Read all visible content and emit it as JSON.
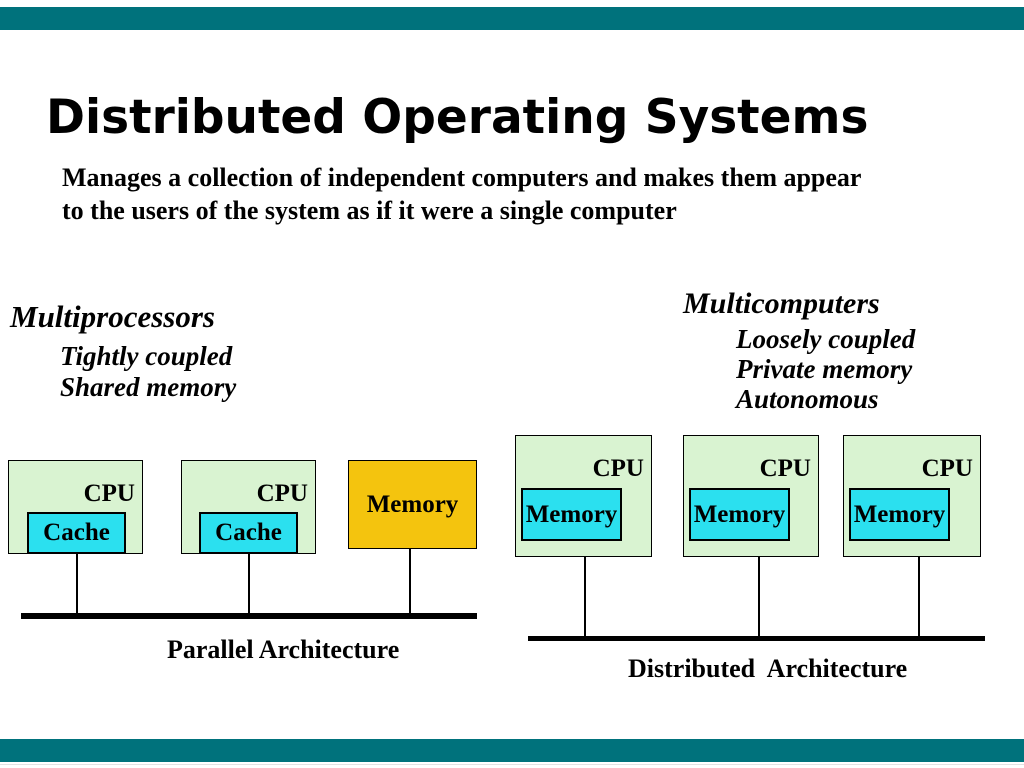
{
  "colors": {
    "accent_bar": "#00727C",
    "box_green": "#D9F3D1",
    "box_cyan": "#2BE0EF",
    "box_gold": "#F4C40E"
  },
  "slide": {
    "title": "Distributed Operating Systems",
    "subtitle_line1": "Manages a collection of independent computers and makes them appear",
    "subtitle_line2": "to the users of the system as if it were a single computer"
  },
  "left_notes": {
    "heading": "Multiprocessors",
    "items": [
      "Tightly coupled",
      "Shared memory"
    ]
  },
  "right_notes": {
    "heading": "Multicomputers",
    "items": [
      "Loosely coupled",
      "Private memory",
      "Autonomous"
    ]
  },
  "parallel_diagram": {
    "cpu_label": "CPU",
    "cache_label": "Cache",
    "memory_label": "Memory",
    "caption": "Parallel Architecture"
  },
  "distributed_diagram": {
    "cpu_label": "CPU",
    "memory_label": "Memory",
    "caption": "Distributed  Architecture"
  }
}
